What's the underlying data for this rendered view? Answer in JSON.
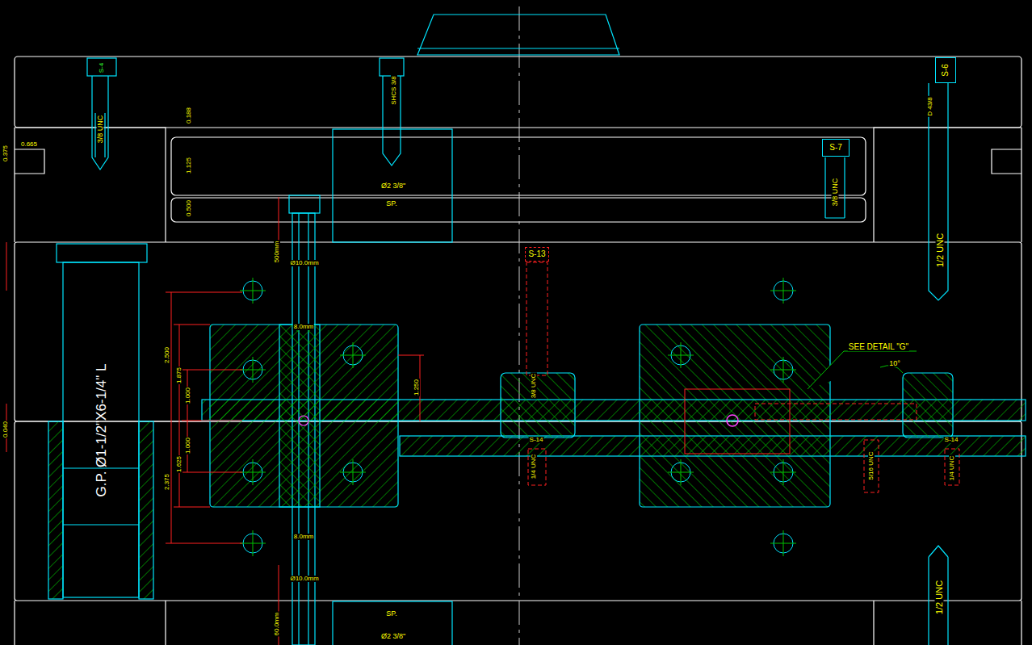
{
  "diagram": {
    "nodes": [
      {
        "text": [
          "G.P. Ø1-1/2\"X6-1/4\" L"
        ]
      },
      {
        "text": [
          "S-6"
        ]
      },
      {
        "text": [
          "S-7"
        ]
      },
      {
        "text": [
          "S-13"
        ]
      }
    ],
    "labels": [
      "0.375",
      "0.665",
      "3/8 UNC",
      "SHCS 3/8",
      "0.188",
      "1.125",
      "0.500",
      "Ø2 3/8\"",
      "SP.",
      "3/8 UNC",
      "D 43/8",
      "1/2 UNC",
      "500mm",
      "Ø10.0mm",
      "8.0mm",
      "2.500",
      "1.875",
      "1.000",
      "1.000",
      "1.625",
      "2.375",
      "1.250",
      "0.040",
      "3/8 UNC",
      "S-14",
      "1/4 UNC",
      "SEE DETAIL \"G\"",
      "10°",
      "S-14",
      "1/4 UNC",
      "5/16 UNC",
      "8.0mm",
      "Ø10.0mm",
      "60.0mm",
      "SP.",
      "Ø2 3/8\"",
      "1/2 UNC",
      "S-4"
    ]
  }
}
